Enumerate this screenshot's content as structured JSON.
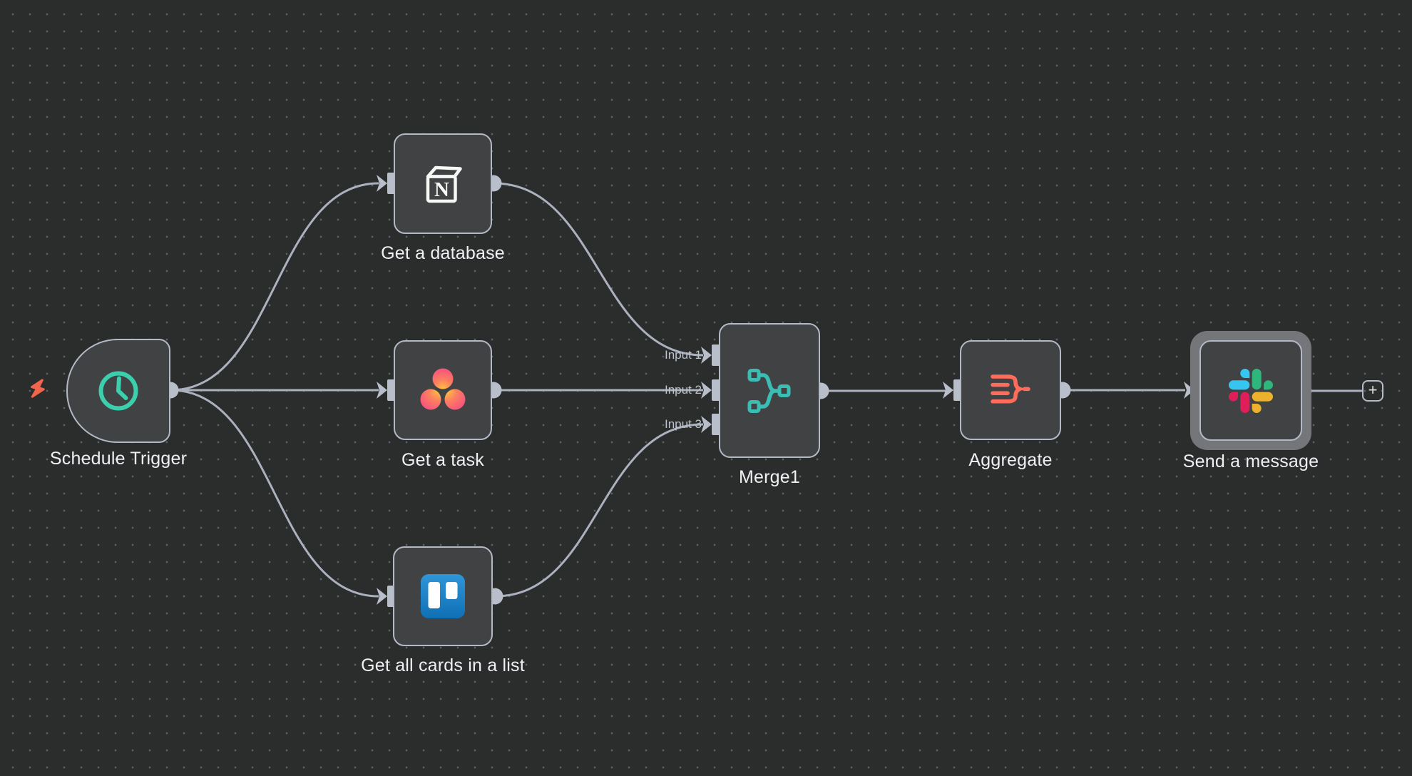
{
  "canvas": {
    "background": "#2b2c2c",
    "dot_color": "#5e5f61"
  },
  "palette": {
    "node_fill": "#404244",
    "node_border": "#b4bac5",
    "connection": "#abb1bd",
    "node_label": "#eef0f3",
    "port_label": "#bdc2cb",
    "selection_outline": "#747679",
    "trigger_bolt": "#f1654c",
    "clock_teal": "#3ccfad",
    "merge_teal": "#3abdb3",
    "aggregate_coral": "#ff6c5c",
    "trello_blue_top": "#2f96d8",
    "trello_blue_bottom": "#1070b5",
    "slack_blue": "#36c5f0",
    "slack_green": "#2eb67d",
    "slack_yellow": "#ecb22e",
    "slack_red": "#e01e5a",
    "asana_pink": "#f8527e",
    "asana_orange": "#ffc044",
    "notion_white": "#f7f7f5"
  },
  "nodes": [
    {
      "id": "schedule-trigger",
      "label": "Schedule Trigger",
      "icon": "clock-icon",
      "kind": "trigger"
    },
    {
      "id": "get-a-database",
      "label": "Get a database",
      "icon": "notion-icon",
      "kind": "action"
    },
    {
      "id": "get-a-task",
      "label": "Get a task",
      "icon": "asana-icon",
      "kind": "action"
    },
    {
      "id": "get-all-cards-in-a-list",
      "label": "Get all cards in a list",
      "icon": "trello-icon",
      "kind": "action"
    },
    {
      "id": "merge1",
      "label": "Merge1",
      "icon": "merge-icon",
      "kind": "merge",
      "inputs": [
        "Input 1",
        "Input 2",
        "Input 3"
      ]
    },
    {
      "id": "aggregate",
      "label": "Aggregate",
      "icon": "aggregate-icon",
      "kind": "action"
    },
    {
      "id": "send-a-message",
      "label": "Send a message",
      "icon": "slack-icon",
      "kind": "action",
      "selected": true
    }
  ],
  "add_button": {
    "label": "+"
  }
}
